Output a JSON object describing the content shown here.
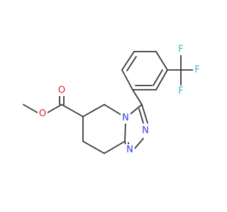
{
  "molecule": {
    "atoms": [
      {
        "id": "n4",
        "label": "N",
        "color": "#2f3fe0"
      },
      {
        "id": "n2",
        "label": "N",
        "color": "#2f3fe0"
      },
      {
        "id": "n1",
        "label": "N",
        "color": "#2f3fe0"
      },
      {
        "id": "o1",
        "label": "O",
        "color": "#e02020"
      },
      {
        "id": "o2",
        "label": "O",
        "color": "#e02020"
      },
      {
        "id": "f1",
        "label": "F",
        "color": "#3fb6c4"
      },
      {
        "id": "f2",
        "label": "F",
        "color": "#3fb6c4"
      },
      {
        "id": "f3",
        "label": "F",
        "color": "#3fb6c4"
      }
    ],
    "bond_color": "#3a3a3a"
  }
}
